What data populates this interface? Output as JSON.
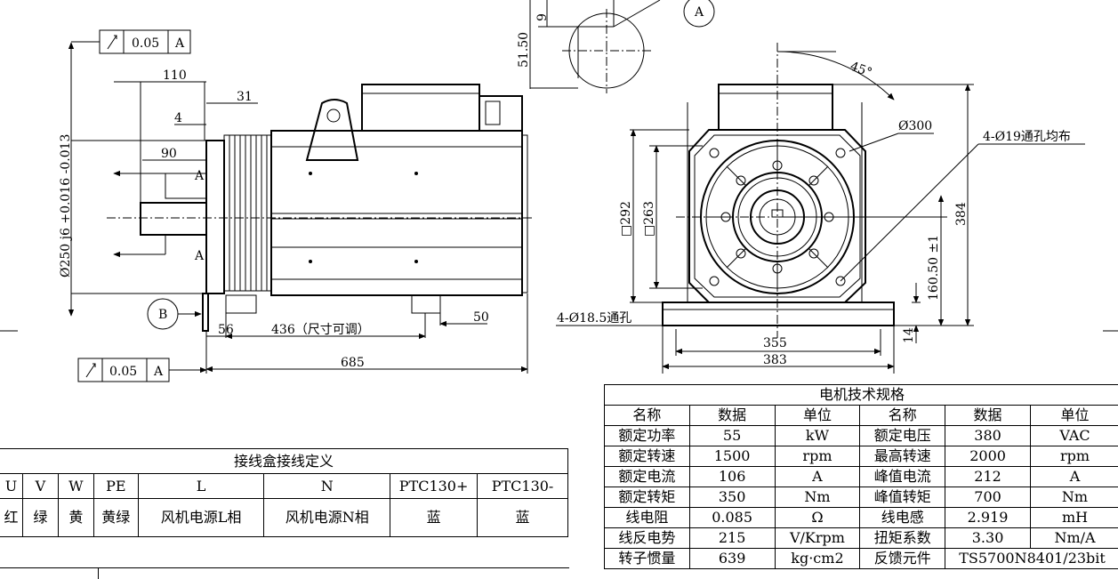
{
  "side_view": {
    "tol_frame_top": {
      "value": "0.05",
      "datum": "A"
    },
    "tol_frame_bottom": {
      "value": "0.05",
      "datum": "A"
    },
    "dims": {
      "d110": "110",
      "d31": "31",
      "d4": "4",
      "d90": "90",
      "shaft_dia": "Ø250 j6 +0.016 -0.013",
      "d56": "56",
      "d436": "436（尺寸可调）",
      "d50": "50",
      "d685": "685"
    },
    "datum_a1": "A",
    "datum_a2": "A",
    "datum_b": "B"
  },
  "key_detail": {
    "d9": "9",
    "d51_50": "51.50",
    "datum_a": "A"
  },
  "front_view": {
    "dims": {
      "angle": "45°",
      "pcd": "Ø300",
      "holes_4": "4-Ø19通孔均布",
      "sq292": "□292",
      "sq263": "□263",
      "h384": "384",
      "h160": "160.50 ±1",
      "base_holes": "4-Ø18.5通孔",
      "w355": "355",
      "w383": "383",
      "t14": "14"
    }
  },
  "wiring_table": {
    "title": "接线盒接线定义",
    "headers": [
      "U",
      "V",
      "W",
      "PE",
      "L",
      "N",
      "PTC130+",
      "PTC130-"
    ],
    "values": [
      "红",
      "绿",
      "黄",
      "黄绿",
      "风机电源L相",
      "风机电源N相",
      "蓝",
      "蓝"
    ]
  },
  "spec_table": {
    "title": "电机技术规格",
    "headers": [
      "名称",
      "数据",
      "单位",
      "名称",
      "数据",
      "单位"
    ],
    "rows": [
      [
        "额定功率",
        "55",
        "kW",
        "额定电压",
        "380",
        "VAC"
      ],
      [
        "额定转速",
        "1500",
        "rpm",
        "最高转速",
        "2000",
        "rpm"
      ],
      [
        "额定电流",
        "106",
        "A",
        "峰值电流",
        "212",
        "A"
      ],
      [
        "额定转矩",
        "350",
        "Nm",
        "峰值转矩",
        "700",
        "Nm"
      ],
      [
        "线电阻",
        "0.085",
        "Ω",
        "线电感",
        "2.919",
        "mH"
      ],
      [
        "线反电势",
        "215",
        "V/Krpm",
        "扭矩系数",
        "3.30",
        "Nm/A"
      ],
      [
        "转子惯量",
        "639",
        "kg·cm2",
        "反馈元件",
        "TS5700N8401/23bit"
      ]
    ]
  }
}
